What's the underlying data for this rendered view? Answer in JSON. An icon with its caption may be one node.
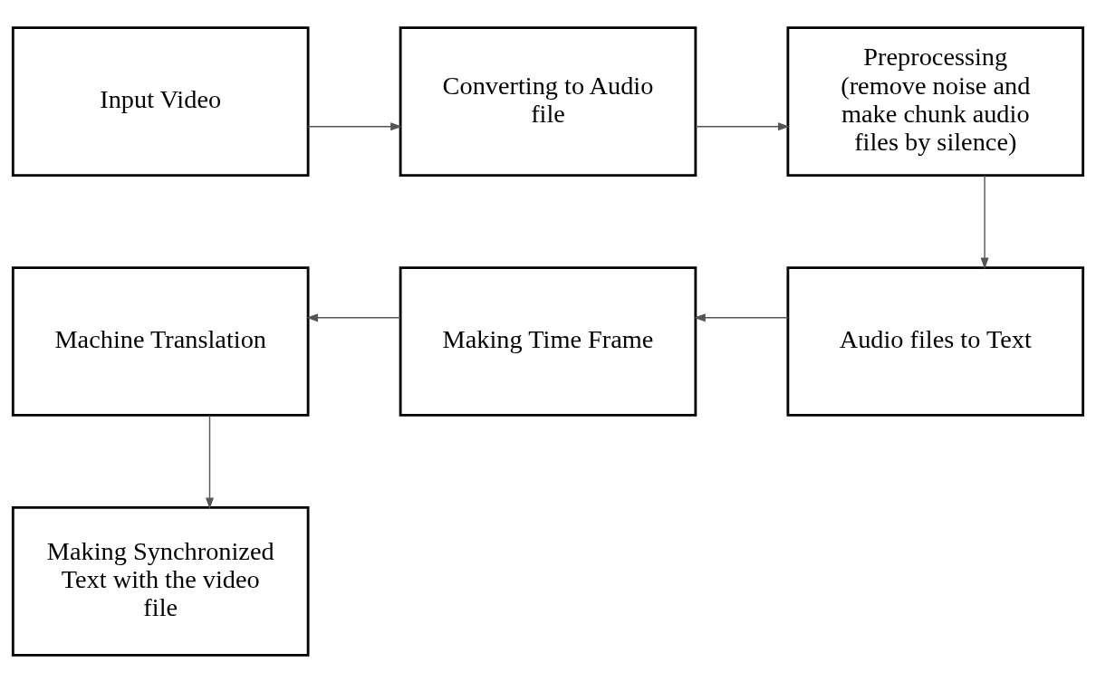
{
  "diagram": {
    "nodes": [
      {
        "text": [
          "Input Video"
        ]
      },
      {
        "text": [
          "Converting to Audio file"
        ]
      },
      {
        "text": [
          "Preprocessing (remove noise and make chunk audio files by silence)"
        ]
      },
      {
        "text": [
          "Audio files to Text"
        ]
      },
      {
        "text": [
          "Making Time Frame"
        ]
      },
      {
        "text": [
          "Machine Translation"
        ]
      },
      {
        "text": [
          "Making Synchronized Text with the video file"
        ]
      }
    ],
    "edges": [
      {
        "from": 0,
        "to": 1,
        "arrow": "to"
      },
      {
        "from": 1,
        "to": 2,
        "arrow": "to"
      },
      {
        "from": 2,
        "to": 3,
        "arrow": "to"
      },
      {
        "from": 3,
        "to": 4,
        "arrow": "to"
      },
      {
        "from": 4,
        "to": 5,
        "arrow": "to"
      },
      {
        "from": 5,
        "to": 6,
        "arrow": "to"
      }
    ]
  }
}
